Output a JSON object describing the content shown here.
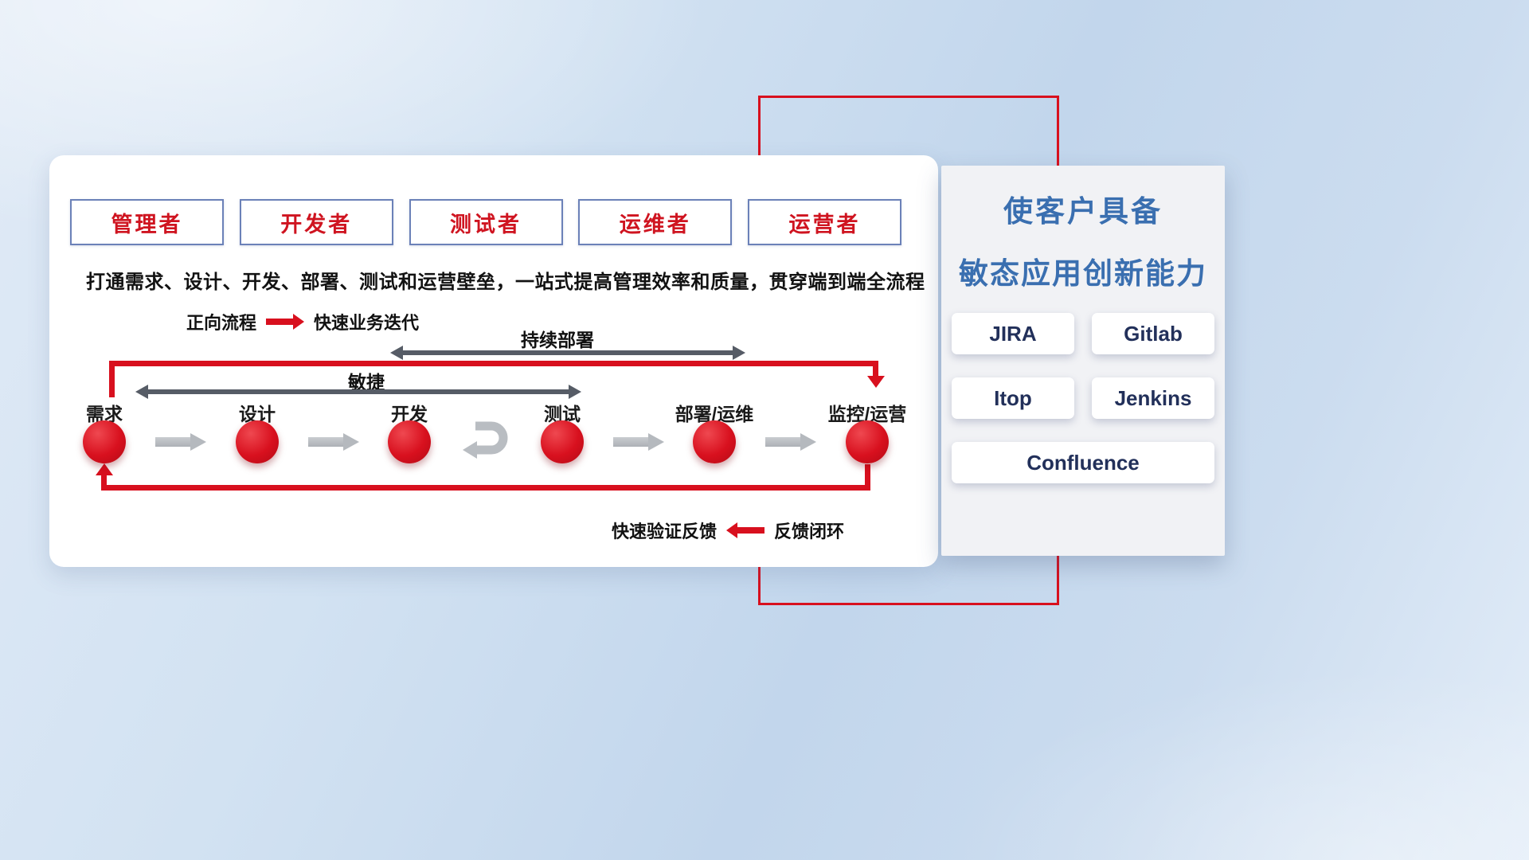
{
  "roles": [
    {
      "label": "管理者"
    },
    {
      "label": "开发者"
    },
    {
      "label": "测试者"
    },
    {
      "label": "运维者"
    },
    {
      "label": "运营者"
    }
  ],
  "subtitle": "打通需求、设计、开发、部署、测试和运营壁垒，一站式提高管理效率和质量，贯穿端到端全流程",
  "legends": {
    "forward_label": "正向流程",
    "forward_value": "快速业务迭代",
    "feedback_value": "快速验证反馈",
    "feedback_label": "反馈闭环"
  },
  "span_arrows": {
    "continuous_deployment": "持续部署",
    "agile": "敏捷"
  },
  "flow": {
    "nodes": [
      {
        "label": "需求"
      },
      {
        "label": "设计"
      },
      {
        "label": "开发"
      },
      {
        "label": "测试"
      },
      {
        "label": "部署/运维"
      },
      {
        "label": "监控/运营"
      }
    ]
  },
  "right_panel": {
    "title_line1": "使客户具备",
    "title_line2": "敏态应用创新能力",
    "tools": [
      {
        "name": "JIRA"
      },
      {
        "name": "Gitlab"
      },
      {
        "name": "Itop"
      },
      {
        "name": "Jenkins"
      },
      {
        "name": "Confluence"
      }
    ]
  },
  "colors": {
    "brand_red": "#d8101e",
    "title_blue": "#3a6fb0",
    "tool_navy": "#22305a"
  }
}
